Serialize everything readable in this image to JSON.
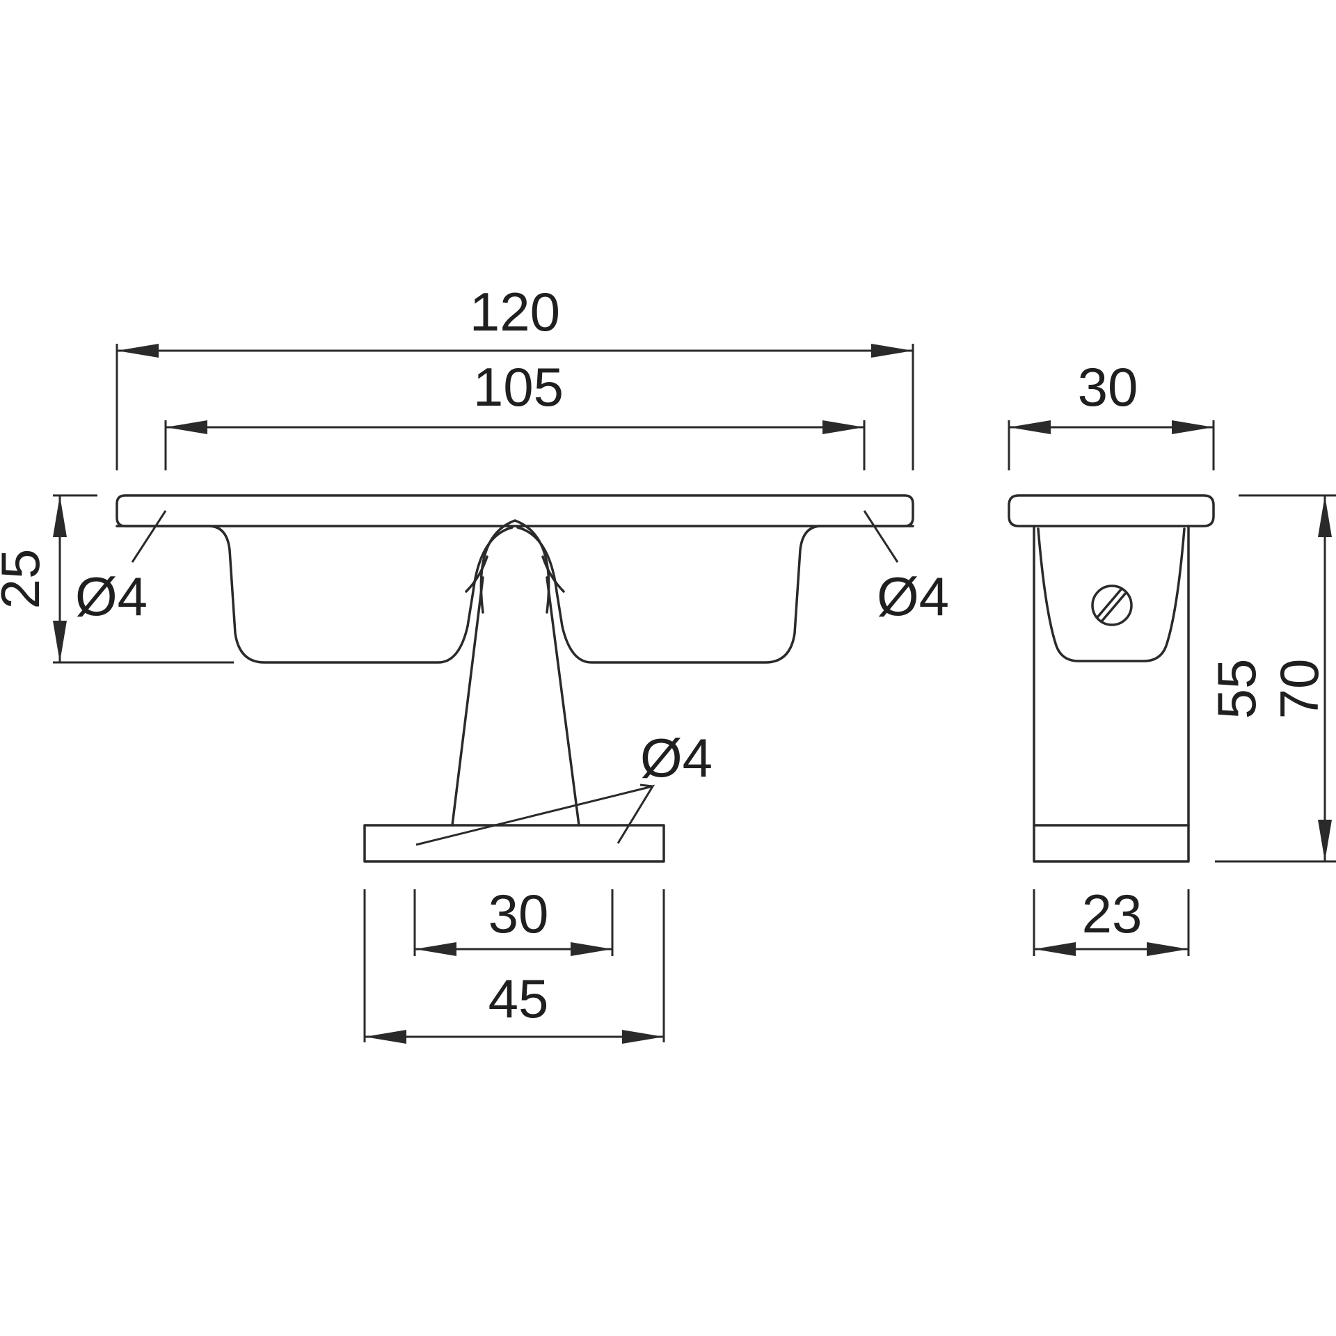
{
  "front_view": {
    "dim_overall_width": "120",
    "dim_hole_spacing": "105",
    "dim_height": "25",
    "hole_left": "Ø4",
    "hole_right": "Ø4",
    "hole_base": "Ø4",
    "dim_base_hole_spacing": "30",
    "dim_base_width": "45"
  },
  "side_view": {
    "dim_top_width": "30",
    "dim_height_inner": "55",
    "dim_height_overall": "70",
    "dim_base_width": "23"
  },
  "colors": {
    "line": "#2a2a2a",
    "background": "#ffffff"
  }
}
